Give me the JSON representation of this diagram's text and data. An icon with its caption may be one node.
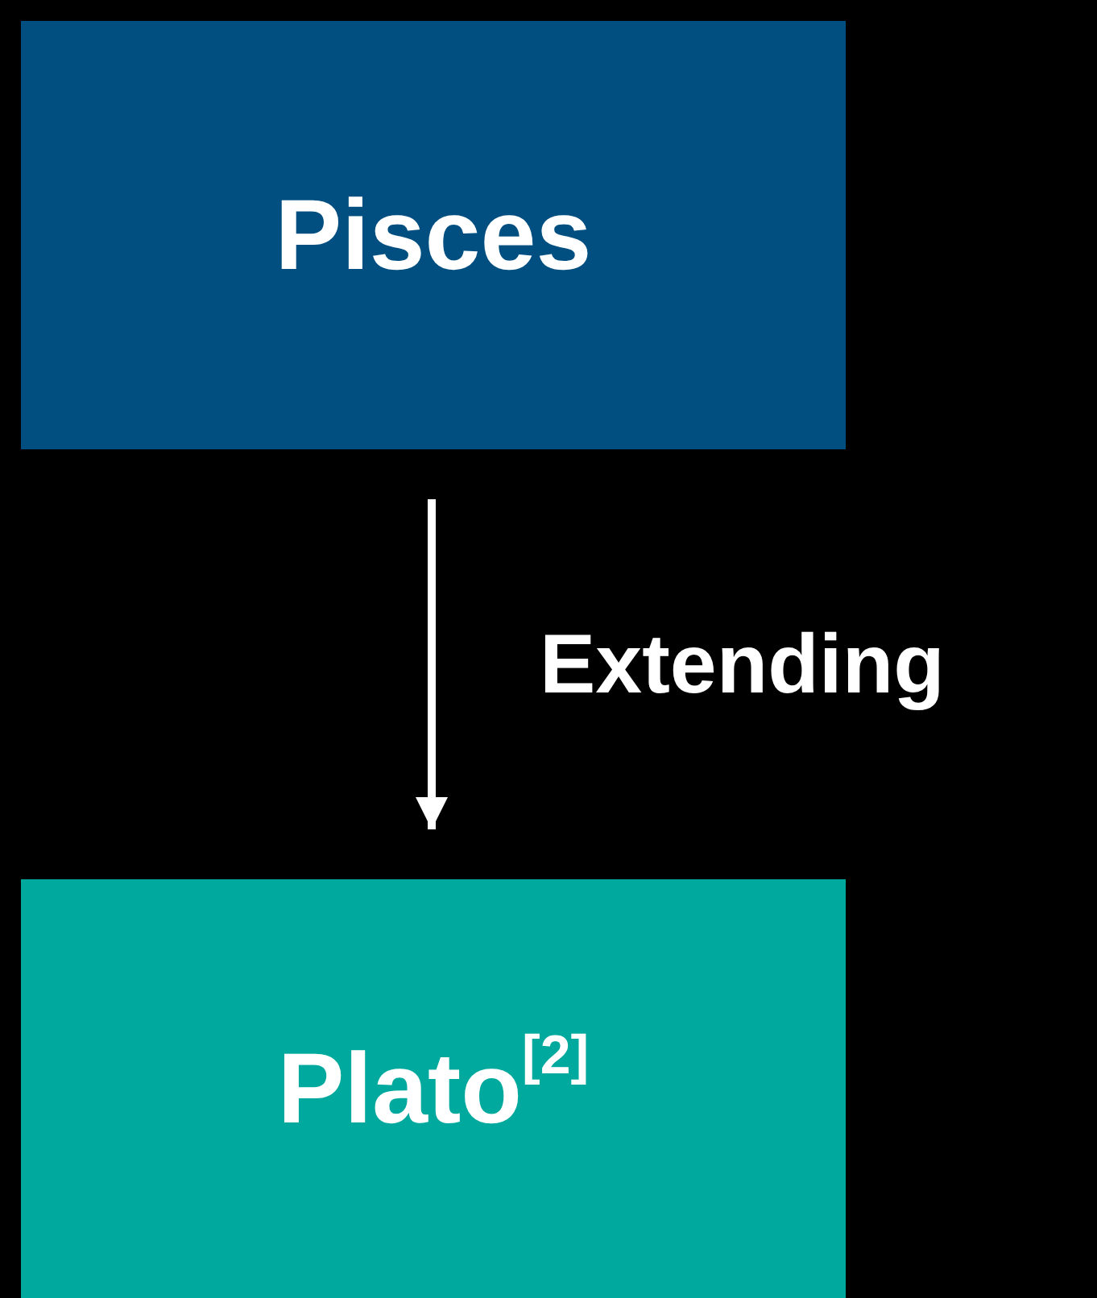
{
  "diagram": {
    "nodes": [
      {
        "text": [
          "Pisces"
        ]
      },
      {
        "text": [
          "Plato$^{[2]}$"
        ]
      }
    ],
    "edges": [
      {
        "from": 0,
        "to": 1,
        "arrow": "to",
        "label": "Extending"
      }
    ]
  }
}
